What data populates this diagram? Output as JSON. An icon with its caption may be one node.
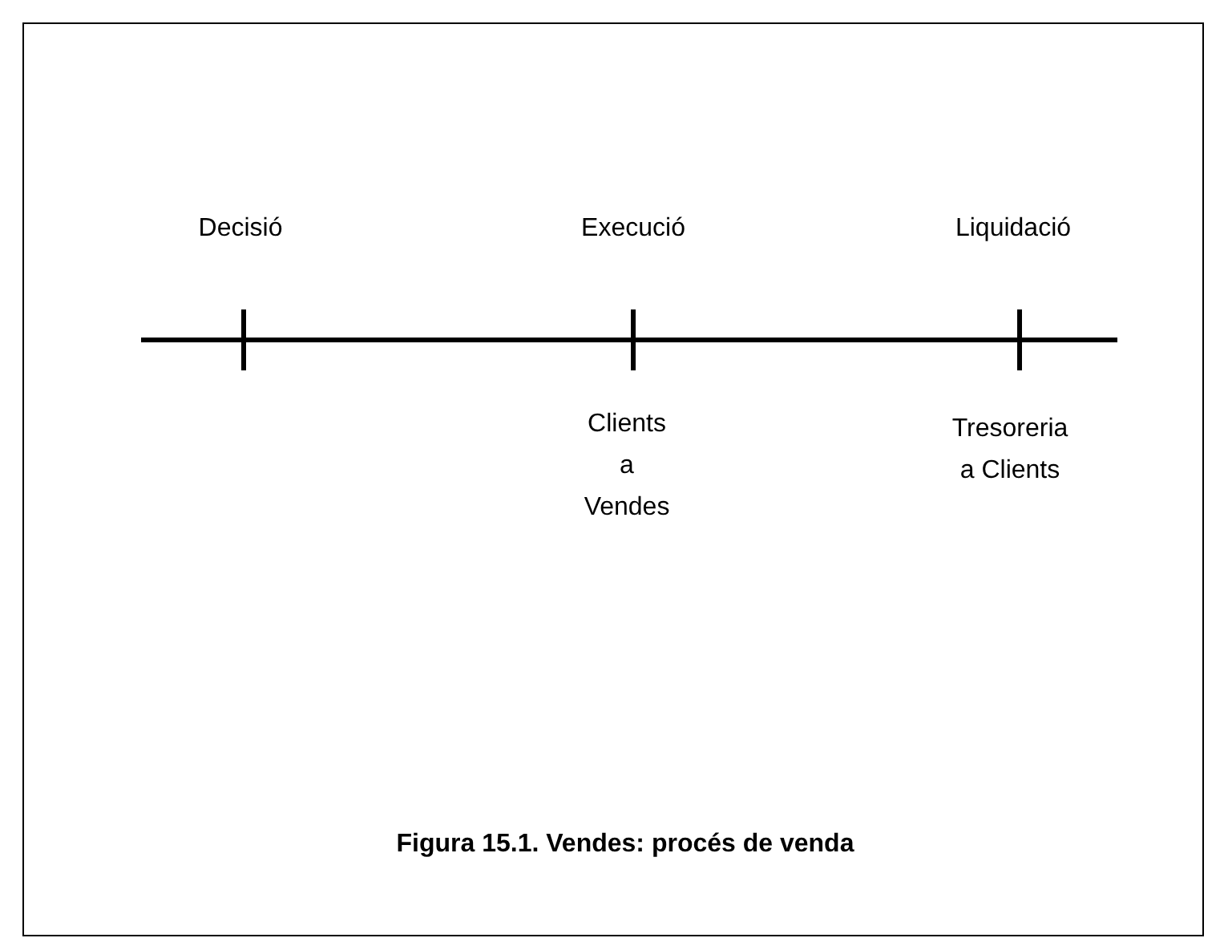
{
  "diagram": {
    "caption": "Figura 15.1. Vendes: procés de venda",
    "labels": [
      "Decisió",
      "Execució",
      "Liquidació",
      "Clients a Vendes",
      "Tresoreria a Clients"
    ]
  }
}
